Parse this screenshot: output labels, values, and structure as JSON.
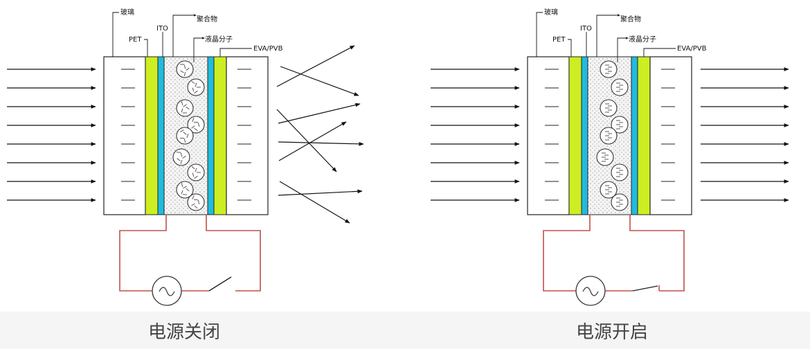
{
  "panels": [
    {
      "id": "off",
      "caption": "电源关闭",
      "labels": {
        "glass": "玻璃",
        "pet": "PET",
        "ito": "ITO",
        "polymer": "聚合物",
        "liquid_crystal": "液晶分子",
        "eva_pvb": "EVA/PVB"
      },
      "state": "scattering",
      "switch": "open"
    },
    {
      "id": "on",
      "caption": "电源开启",
      "labels": {
        "glass": "玻璃",
        "pet": "PET",
        "ito": "ITO",
        "polymer": "聚合物",
        "liquid_crystal": "液晶分子",
        "eva_pvb": "EVA/PVB"
      },
      "state": "transparent",
      "switch": "closed"
    }
  ],
  "colors": {
    "pet": "#ccee22",
    "ito": "#22bbdd",
    "wire": "#c0504d",
    "caption_bar": "#f5f5f5"
  },
  "icons": {
    "power_source": "ac-source-icon",
    "switch": "switch-icon"
  }
}
